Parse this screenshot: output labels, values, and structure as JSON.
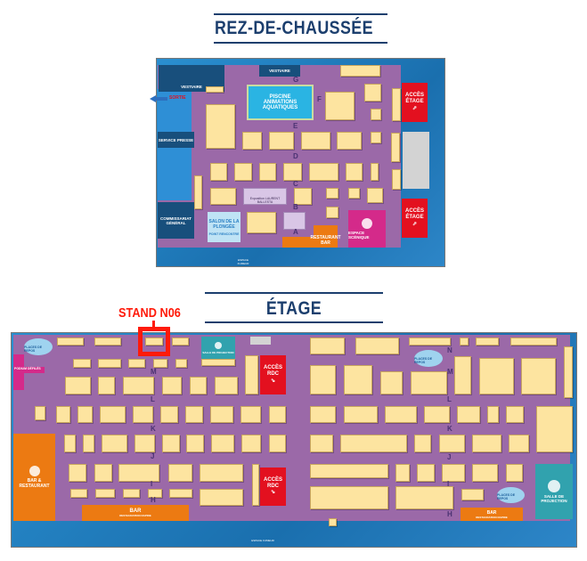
{
  "ground_floor": {
    "title": "REZ-DE-CHAUSSÉE",
    "vestiaire_left": "VESTIAIRE",
    "vestiaire_top": "VESTIAIRE",
    "sortie": "SORTIE",
    "pool": "PISCINE ANIMATIONS AQUATIQUES",
    "press": "SERVICE PRESSE",
    "commissariat": "COMMISSARIAT GÉNÉRAL",
    "salon": "SALON DE LA PLONGÉE",
    "meeting_point": "POINT RENCONTRE",
    "access_upper_1": "ACCÈS ÉTAGE",
    "access_upper_2": "ACCÈS ÉTAGE",
    "exhibition": "Exposition LAURENT BALLESTA",
    "restaurant": "RESTAURANT BAR",
    "stage": "ESPACE SCÉNIQUE",
    "smoking": "ESPACE FUMEUR",
    "rows": [
      "G",
      "F",
      "E",
      "D",
      "C",
      "B",
      "A"
    ]
  },
  "upper_floor": {
    "title": "ÉTAGE",
    "highlight_label": "STAND N06",
    "highlight_color": "#ff1a0a",
    "rest_area": "PLACES DE REPOS",
    "podium": "PODIUM DÉFILÉS",
    "projection_top": "SALLE DE PROJECTION",
    "access_ground_1": "ACCÈS RDC",
    "access_ground_2": "ACCÈS RDC",
    "bar_restaurant": "BAR & RESTAURANT",
    "bar_fast": "BAR",
    "bar_fast_sub": "RESTAURATION RAPIDE",
    "bar_right": "BAR",
    "bar_right_sub": "RESTAURATION RAPIDE",
    "projection_right": "SALLE DE PROJECTION",
    "smoking": "ESPACE FUMEUR",
    "rows_left": [
      "M",
      "L",
      "K",
      "J",
      "I",
      "H"
    ],
    "rows_right": [
      "N",
      "M",
      "L",
      "K",
      "J",
      "I",
      "H"
    ]
  },
  "colors": {
    "floor": "#9b69a8",
    "stand": "#fde4a0",
    "access": "#e3101f",
    "bar": "#ec7a12",
    "title": "#1c3f6e"
  }
}
